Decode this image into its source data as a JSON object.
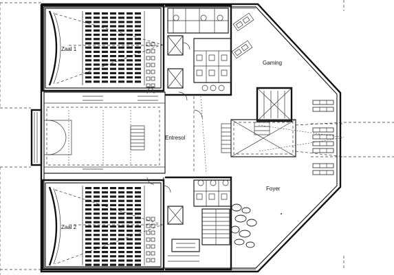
{
  "rooms": {
    "zaal1": "Zaal 1",
    "zaal2": "Zaal 2",
    "gaming": "Gaming",
    "entresol": "Entresol",
    "foyer": "Foyer"
  },
  "colors": {
    "line": "#111111",
    "background": "#ffffff"
  }
}
